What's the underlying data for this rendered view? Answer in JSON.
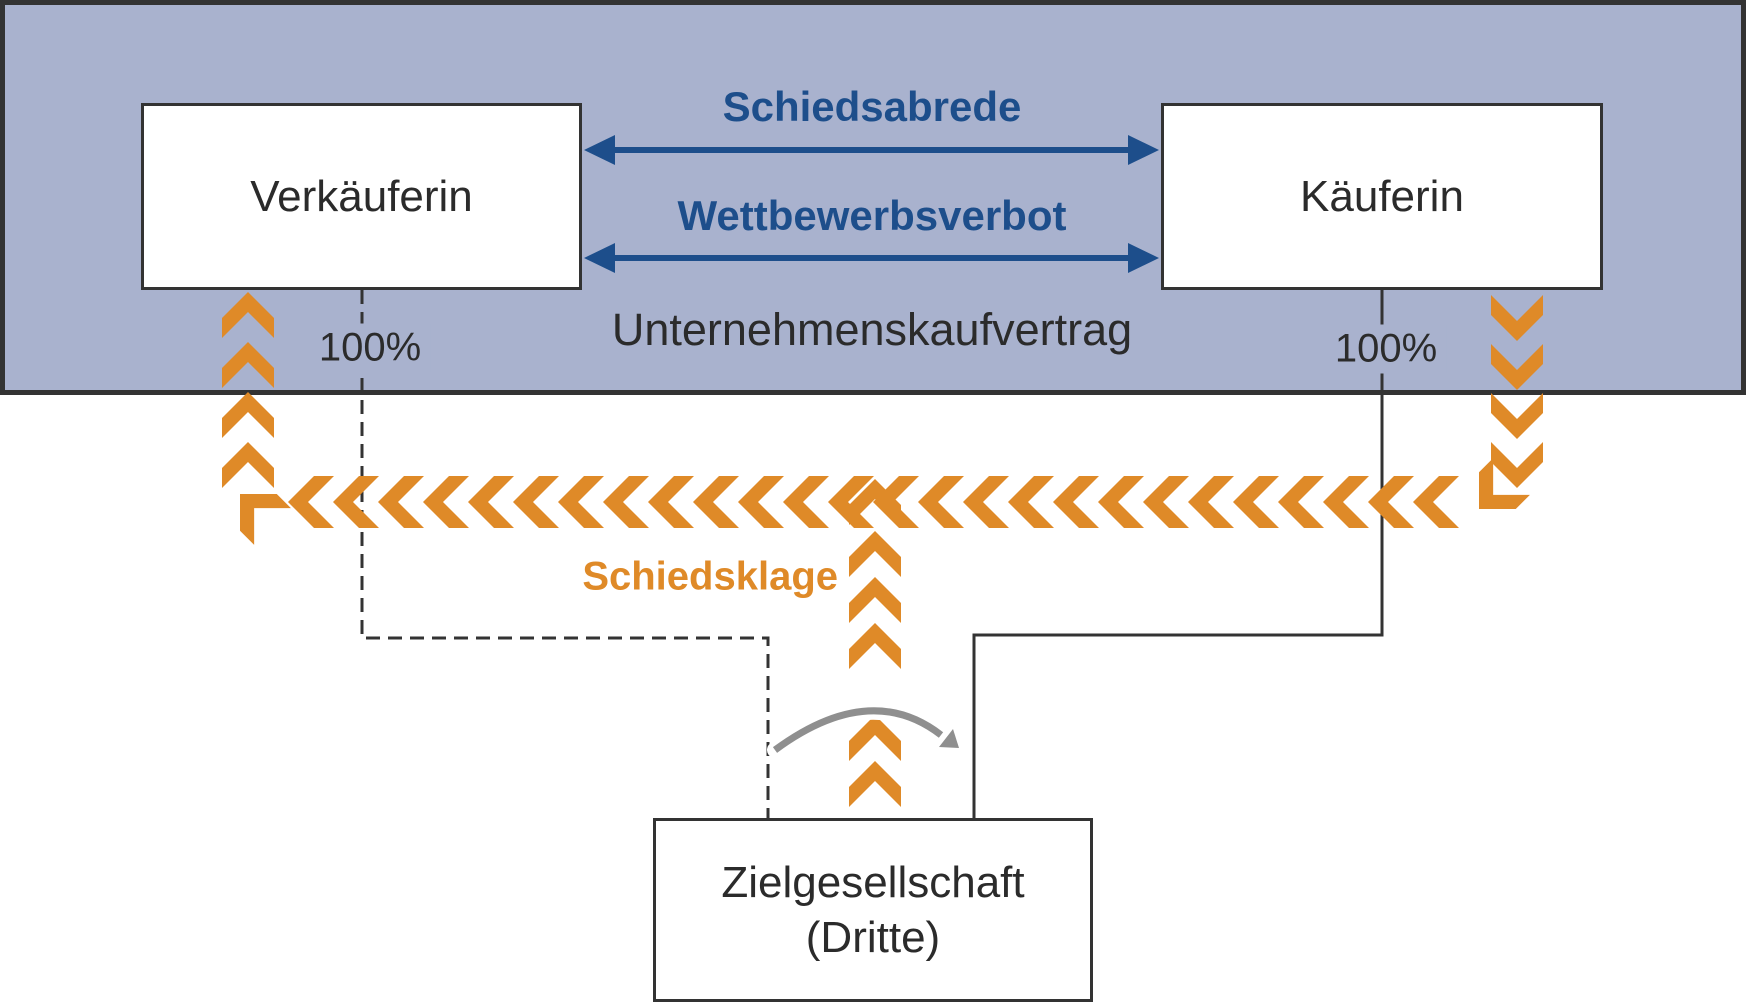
{
  "colors": {
    "panel_fill": "#a9b2ce",
    "border": "#333333",
    "blue": "#1d4e8b",
    "orange": "#df8a28",
    "gray": "#8f8f8f",
    "ink": "#2b2b2b"
  },
  "parties": {
    "seller": {
      "label": "Verkäuferin",
      "ownership": "100%"
    },
    "buyer": {
      "label": "Käuferin",
      "ownership": "100%"
    },
    "target": {
      "label_line1": "Zielgesellschaft",
      "label_line2": "(Dritte)"
    }
  },
  "relations": {
    "arbitration_clause": "Schiedsabrede",
    "non_compete": "Wettbewerbsverbot",
    "purchase_agreement": "Unternehmenskaufvertrag",
    "arbitration_claim": "Schiedsklage"
  }
}
